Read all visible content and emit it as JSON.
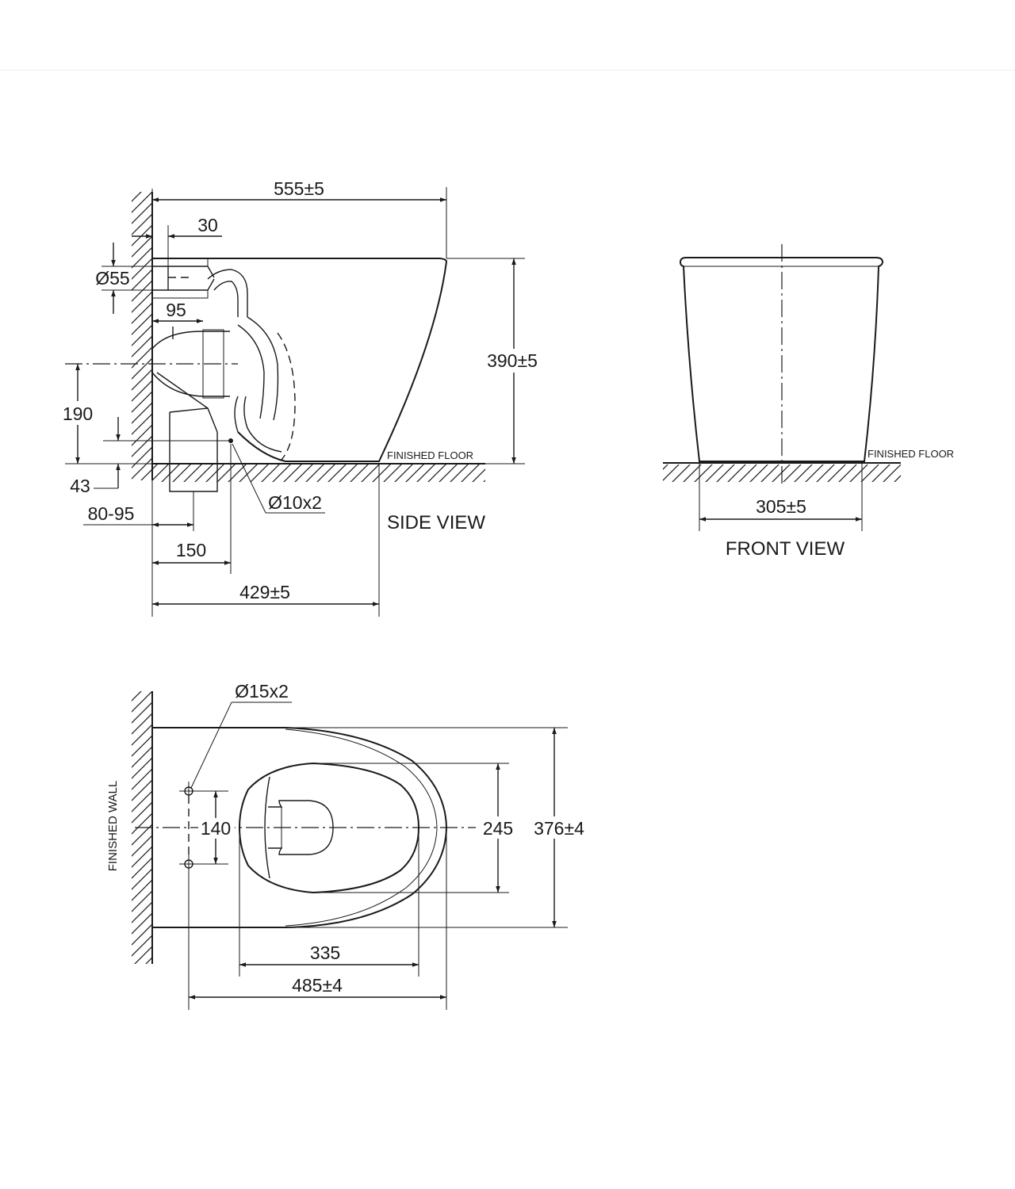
{
  "side_view": {
    "title": "SIDE VIEW",
    "floor_label": "FINISHED FLOOR",
    "dims": {
      "overall_length": "555±5",
      "inlet_offset": "30",
      "inlet_diameter": "Ø55",
      "outlet_to_wall": "95",
      "height": "390±5",
      "outlet_height": "190",
      "bolt_height": "43",
      "outlet_range": "80-95",
      "bolt_from_wall": "150",
      "floor_length": "429±5",
      "bolt_holes": "Ø10x2"
    }
  },
  "front_view": {
    "title": "FRONT VIEW",
    "floor_label": "FINISHED FLOOR",
    "dims": {
      "width": "305±5"
    }
  },
  "top_view": {
    "wall_label": "FINISHED WALL",
    "dims": {
      "fixing_holes": "Ø15x2",
      "hole_spacing": "140",
      "bowl_width": "245",
      "overall_width": "376±4",
      "bowl_length": "335",
      "overall_length": "485±4"
    }
  }
}
